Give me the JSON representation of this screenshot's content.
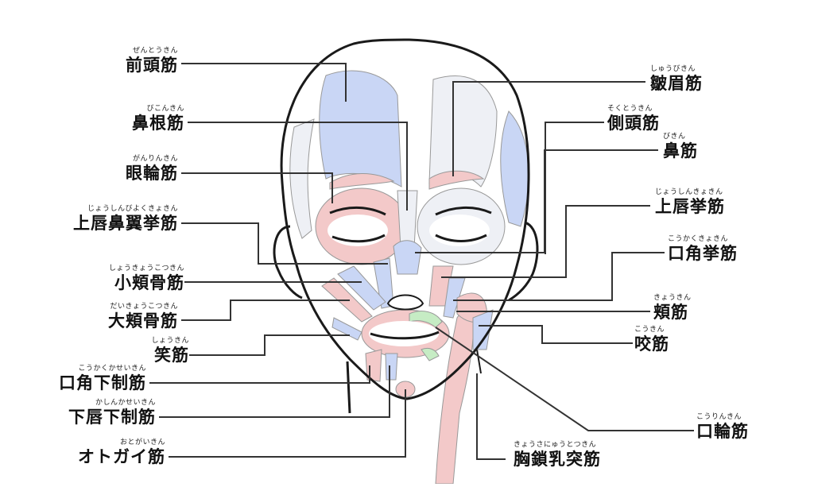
{
  "labels": [
    {
      "id": "frontalis",
      "reading": "ぜんとうきん",
      "name": "前頭筋"
    },
    {
      "id": "procerus",
      "reading": "びこんきん",
      "name": "鼻根筋"
    },
    {
      "id": "orbicularis-oculi",
      "reading": "がんりんきん",
      "name": "眼輪筋"
    },
    {
      "id": "levator-labii-alaeque",
      "reading": "じょうしんびよくきょきん",
      "name": "上唇鼻翼挙筋"
    },
    {
      "id": "zygomaticus-minor",
      "reading": "しょうきょうこつきん",
      "name": "小頬骨筋"
    },
    {
      "id": "zygomaticus-major",
      "reading": "だいきょうこつきん",
      "name": "大頬骨筋"
    },
    {
      "id": "risorius",
      "reading": "しょうきん",
      "name": "笑筋"
    },
    {
      "id": "depressor-anguli-oris",
      "reading": "こうかくかせいきん",
      "name": "口角下制筋"
    },
    {
      "id": "depressor-labii-inferioris",
      "reading": "かしんかせいきん",
      "name": "下唇下制筋"
    },
    {
      "id": "mentalis",
      "reading": "おとがいきん",
      "name": "オトガイ筋"
    },
    {
      "id": "corrugator",
      "reading": "しゅうびきん",
      "name": "皺眉筋"
    },
    {
      "id": "temporalis",
      "reading": "そくとうきん",
      "name": "側頭筋"
    },
    {
      "id": "nasalis",
      "reading": "びきん",
      "name": "鼻筋"
    },
    {
      "id": "levator-labii-superioris",
      "reading": "じょうしんきょきん",
      "name": "上唇挙筋"
    },
    {
      "id": "levator-anguli-oris",
      "reading": "こうかくきょきん",
      "name": "口角挙筋"
    },
    {
      "id": "buccinator",
      "reading": "きょうきん",
      "name": "頬筋"
    },
    {
      "id": "masseter",
      "reading": "こうきん",
      "name": "咬筋"
    },
    {
      "id": "orbicularis-oris",
      "reading": "こうりんきん",
      "name": "口輪筋"
    },
    {
      "id": "sternocleidomastoid",
      "reading": "きょうさにゅうとつきん",
      "name": "胸鎖乳突筋"
    }
  ],
  "colors": {
    "outline": "#1a1a1a",
    "blue_muscle": "#c9d6f5",
    "red_muscle": "#f3c9c9",
    "green_muscle": "#c6ecc4",
    "muscle_stroke": "#9a9a9a",
    "leader_line": "#333333"
  }
}
